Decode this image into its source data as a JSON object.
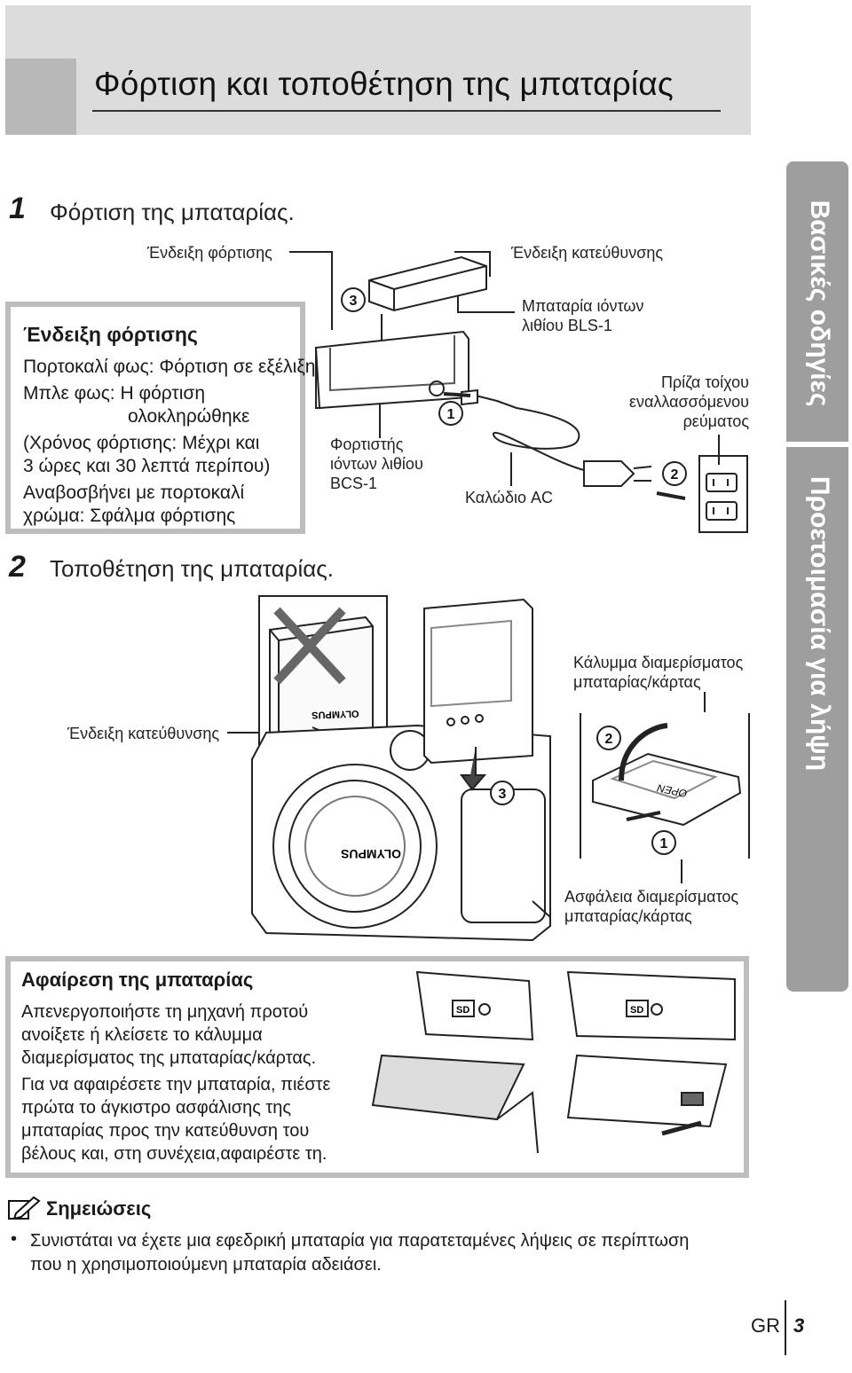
{
  "title": "Φόρτιση και τοποθέτηση της μπαταρίας",
  "step1": {
    "number": "1",
    "text": "Φόρτιση της μπαταρίας."
  },
  "step2": {
    "number": "2",
    "text": "Τοποθέτηση της μπαταρίας."
  },
  "charge_box": {
    "title": "Ένδειξη φόρτισης",
    "lines": [
      "Πορτοκαλί φως: Φόρτιση σε εξέλιξη",
      "Μπλε φως: Η φόρτιση",
      "ολοκληρώθηκε",
      "(Χρόνος φόρτισης: Μέχρι και",
      "3 ώρες και 30 λεπτά περίπου)",
      "Αναβοσβήνει με πορτοκαλί",
      "χρώμα: Σφάλμα φόρτισης"
    ]
  },
  "labels": {
    "charge_indicator": "Ένδειξη φόρτισης",
    "direction_indicator_top": "Ένδειξη κατεύθυνσης",
    "battery": [
      "Μπαταρία ιόντων",
      "λιθίου BLS-1"
    ],
    "wall_outlet": [
      "Πρίζα τοίχου",
      "εναλλασσόμενου",
      "ρεύματος"
    ],
    "charger": [
      "Φορτιστής",
      "ιόντων λιθίου",
      "BCS-1"
    ],
    "ac_cable": "Καλώδιο AC",
    "direction_indicator_left": "Ένδειξη κατεύθυνσης",
    "compartment_cover": [
      "Κάλυμμα διαμερίσματος",
      "μπαταρίας/κάρτας"
    ],
    "compartment_lock": [
      "Ασφάλεια διαμερίσματος",
      "μπαταρίας/κάρτας"
    ],
    "open_marking": "OPEN",
    "brand": "OLYMPUS",
    "sd_marking": "SD"
  },
  "callouts": {
    "one": "1",
    "two": "2",
    "three": "3"
  },
  "remove_box": {
    "title": "Αφαίρεση της μπαταρίας",
    "lines": [
      "Απενεργοποιήστε τη μηχανή προτού",
      "ανοίξετε ή κλείσετε το κάλυμμα",
      "διαμερίσματος της μπαταρίας/κάρτας.",
      "Για να αφαιρέσετε την μπαταρία, πιέστε",
      "πρώτα το άγκιστρο ασφάλισης της",
      "μπαταρίας προς την κατεύθυνση του",
      "βέλους και, στη συνέχεια,αφαιρέστε τη."
    ]
  },
  "notes": {
    "title": "Σημειώσεις",
    "bullet": "•",
    "lines": [
      "Συνιστάται να έχετε μια εφεδρική μπαταρία για παρατεταμένες λήψεις σε περίπτωση",
      "που η χρησιμοποιούμενη μπαταρία αδειάσει."
    ]
  },
  "side_tabs": {
    "upper": "Βασικές οδηγίες",
    "lower": "Προετοιμασία για λήψη"
  },
  "footer": {
    "lang": "GR",
    "page": "3"
  },
  "icons": [
    "notes-pencil-icon",
    "callout-circle-icon",
    "arrow-icon",
    "cross-mark-icon"
  ]
}
